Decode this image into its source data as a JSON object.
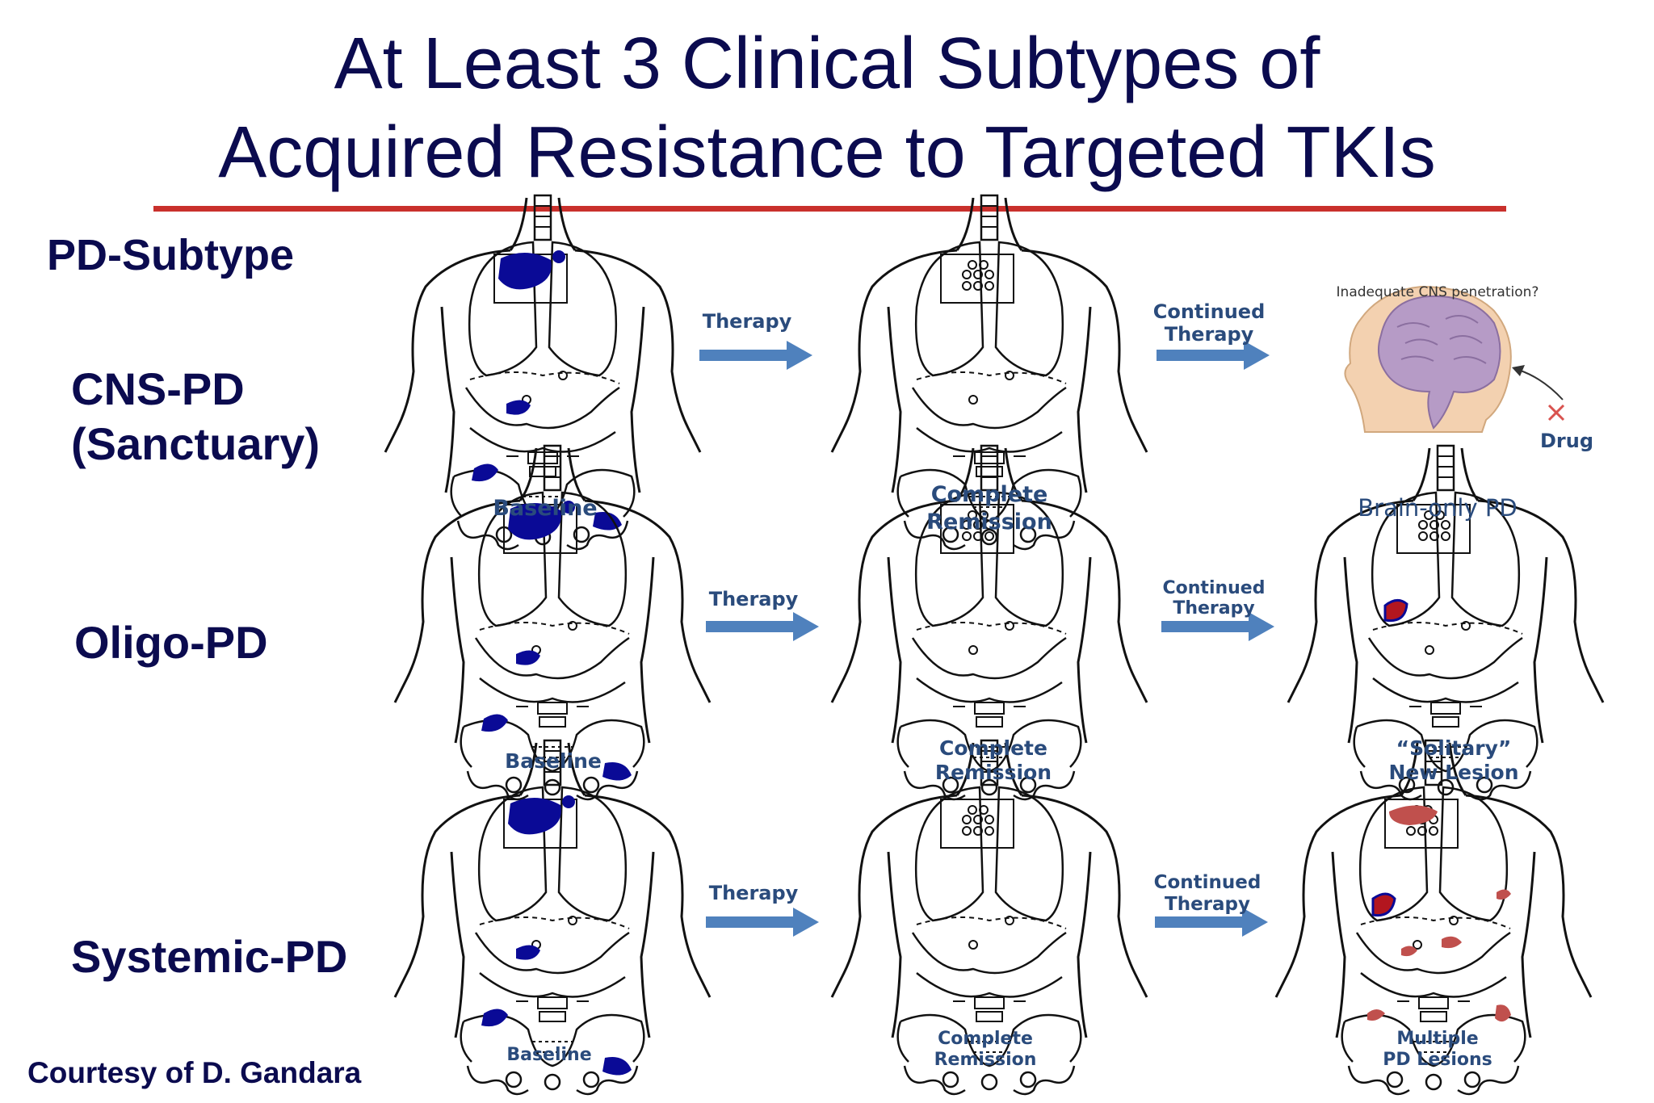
{
  "title": {
    "line1": "At Least 3 Clinical Subtypes of",
    "line2": "Acquired Resistance to Targeted TKIs"
  },
  "colors": {
    "title": "#0b0b4f",
    "rule": "#c9302c",
    "tumor_blue": "#0a0a96",
    "lesion_red": "#c0504d",
    "arrow": "#4f81bd",
    "caption": "#2a4b7c"
  },
  "header_label": "PD-Subtype",
  "rows": [
    {
      "label_line1": "CNS-PD",
      "label_line2": "(Sanctuary)",
      "baseline_caption": "Baseline",
      "therapy_label": "Therapy",
      "remission_caption_line1": "Complete",
      "remission_caption_line2": "Remission",
      "continued_line1": "Continued",
      "continued_line2": "Therapy",
      "brain_question": "Inadequate CNS penetration?",
      "drug_label": "Drug",
      "outcome_caption_line1": "Brain-only PD",
      "outcome_caption_line2": ""
    },
    {
      "label_line1": "Oligo-PD",
      "baseline_caption": "Baseline",
      "therapy_label": "Therapy",
      "remission_caption_line1": "Complete",
      "remission_caption_line2": "Remission",
      "continued_line1": "Continued",
      "continued_line2": "Therapy",
      "outcome_caption_line1": "“Solitary”",
      "outcome_caption_line2": "New Lesion"
    },
    {
      "label_line1": "Systemic-PD",
      "baseline_caption": "Baseline",
      "therapy_label": "Therapy",
      "remission_caption_line1": "Complete",
      "remission_caption_line2": "Remission",
      "continued_line1": "Continued",
      "continued_line2": "Therapy",
      "outcome_caption_line1": "Multiple",
      "outcome_caption_line2": "PD Lesions"
    }
  ],
  "courtesy": "Courtesy of D. Gandara"
}
